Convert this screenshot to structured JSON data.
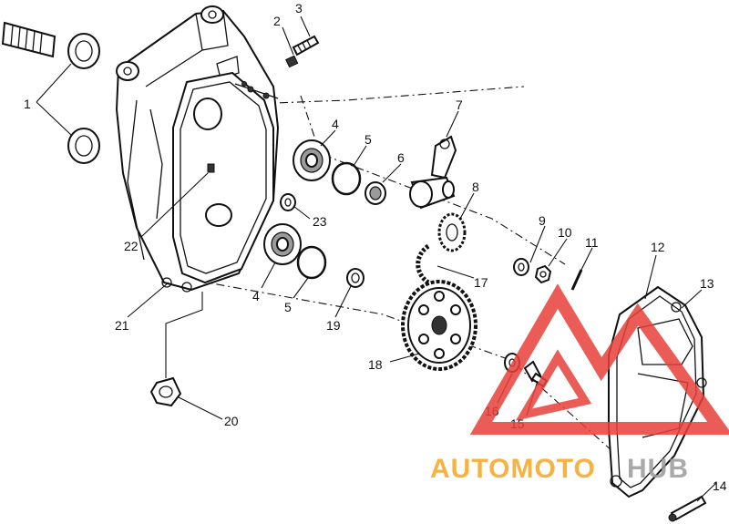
{
  "callouts": [
    "1",
    "2",
    "3",
    "4",
    "5",
    "6",
    "7",
    "8",
    "9",
    "10",
    "11",
    "12",
    "13",
    "14",
    "15",
    "16",
    "17",
    "18",
    "19",
    "20",
    "21",
    "22",
    "23",
    "4",
    "5"
  ],
  "watermark": {
    "brand_a": "AUTOMOTO",
    "brand_b": "HUB",
    "color_orange": "#f5a623",
    "color_gray": "#9b9b9b",
    "color_red": "#e8403a"
  }
}
